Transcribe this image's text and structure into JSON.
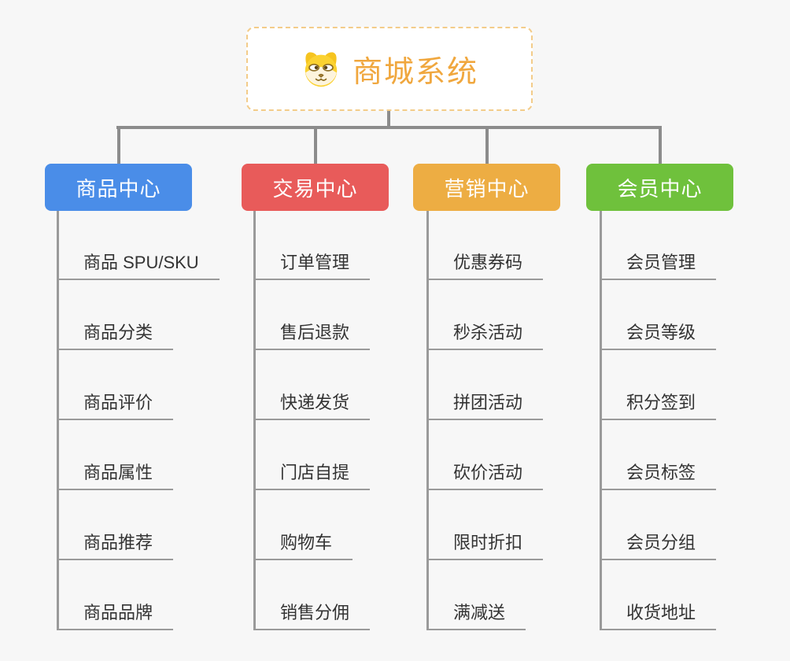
{
  "root": {
    "title": "商城系统",
    "icon": "dog-face-icon"
  },
  "branches": [
    {
      "label": "商品中心",
      "color": "#4a8de8",
      "items": [
        "商品 SPU/SKU",
        "商品分类",
        "商品评价",
        "商品属性",
        "商品推荐",
        "商品品牌"
      ]
    },
    {
      "label": "交易中心",
      "color": "#e85b5a",
      "items": [
        "订单管理",
        "售后退款",
        "快递发货",
        "门店自提",
        "购物车",
        "销售分佣"
      ]
    },
    {
      "label": "营销中心",
      "color": "#edad43",
      "items": [
        "优惠券码",
        "秒杀活动",
        "拼团活动",
        "砍价活动",
        "限时折扣",
        "满减送"
      ]
    },
    {
      "label": "会员中心",
      "color": "#6fc13c",
      "items": [
        "会员管理",
        "会员等级",
        "积分签到",
        "会员标签",
        "会员分组",
        "收货地址"
      ]
    }
  ],
  "colors": {
    "background": "#f7f7f7",
    "root_title": "#f0a73e",
    "root_border": "#f3cc8a",
    "connector_main": "#8c8c8c",
    "connector_sub": "#9a9a9a",
    "leaf_text": "#333333"
  }
}
